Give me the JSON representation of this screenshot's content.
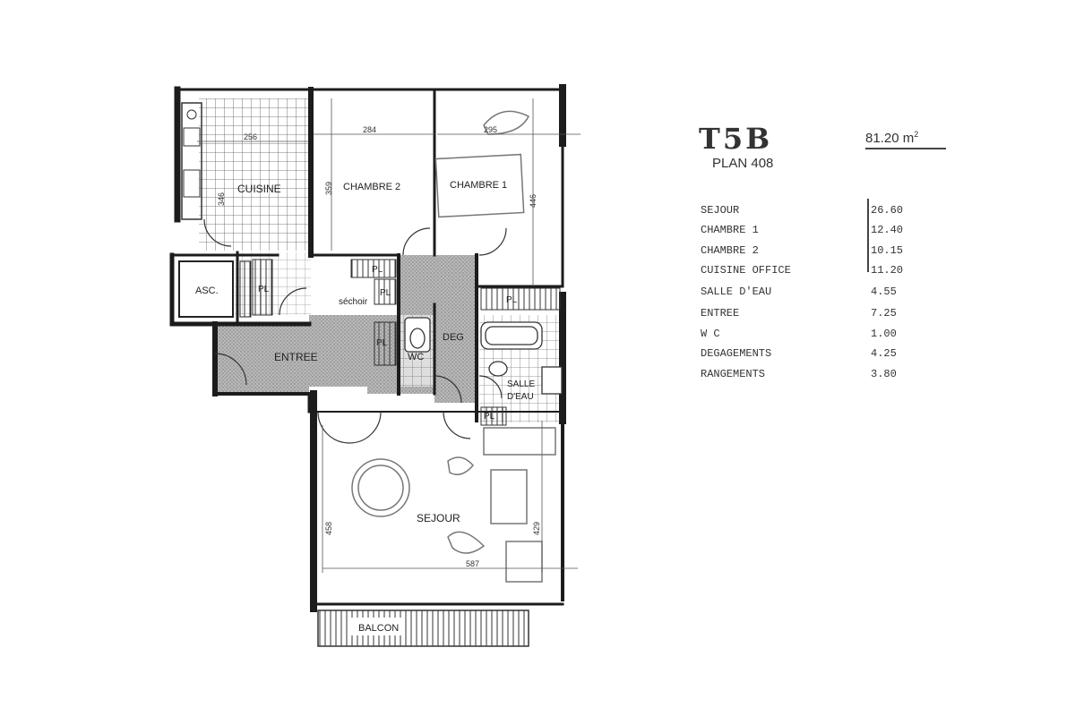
{
  "header": {
    "type_code": "T5B",
    "plan_label": "PLAN 408",
    "total_area": "81.20 m",
    "total_area_unit_sup": "2"
  },
  "rooms": [
    {
      "name": "SEJOUR",
      "area": "26.60"
    },
    {
      "name": "CHAMBRE  1",
      "area": "12.40"
    },
    {
      "name": "CHAMBRE  2",
      "area": "10.15"
    },
    {
      "name": "CUISINE  OFFICE",
      "area": "11.20"
    },
    {
      "name": "SALLE  D'EAU",
      "area": "4.55"
    },
    {
      "name": "ENTREE",
      "area": "7.25"
    },
    {
      "name": "W C",
      "area": "1.00"
    },
    {
      "name": "DEGAGEMENTS",
      "area": "4.25"
    },
    {
      "name": "RANGEMENTS",
      "area": "3.80"
    }
  ],
  "plan_labels": {
    "cuisine": "CUISINE",
    "chambre2": "CHAMBRE  2",
    "chambre1": "CHAMBRE  1",
    "asc": "ASC.",
    "pl": "PL",
    "sechoir": "séchoir",
    "entree": "ENTREE",
    "wc": "WC",
    "deg": "DEG",
    "salle_eau_1": "SALLE",
    "salle_eau_2": "D'EAU",
    "sejour": "SEJOUR",
    "balcon": "BALCON"
  },
  "dimensions": {
    "cuisine_w": "256",
    "cuisine_h": "346",
    "chambre2_w": "284",
    "chambre2_h": "359",
    "chambre1_w": "295",
    "chambre1_h": "446",
    "sejour_w": "587",
    "sejour_h_left": "458",
    "sejour_h_right": "429"
  },
  "colors": {
    "wall": "#1c1c1c",
    "hatch": "#9a9a9a",
    "grid": "#555555",
    "line": "#444444"
  }
}
